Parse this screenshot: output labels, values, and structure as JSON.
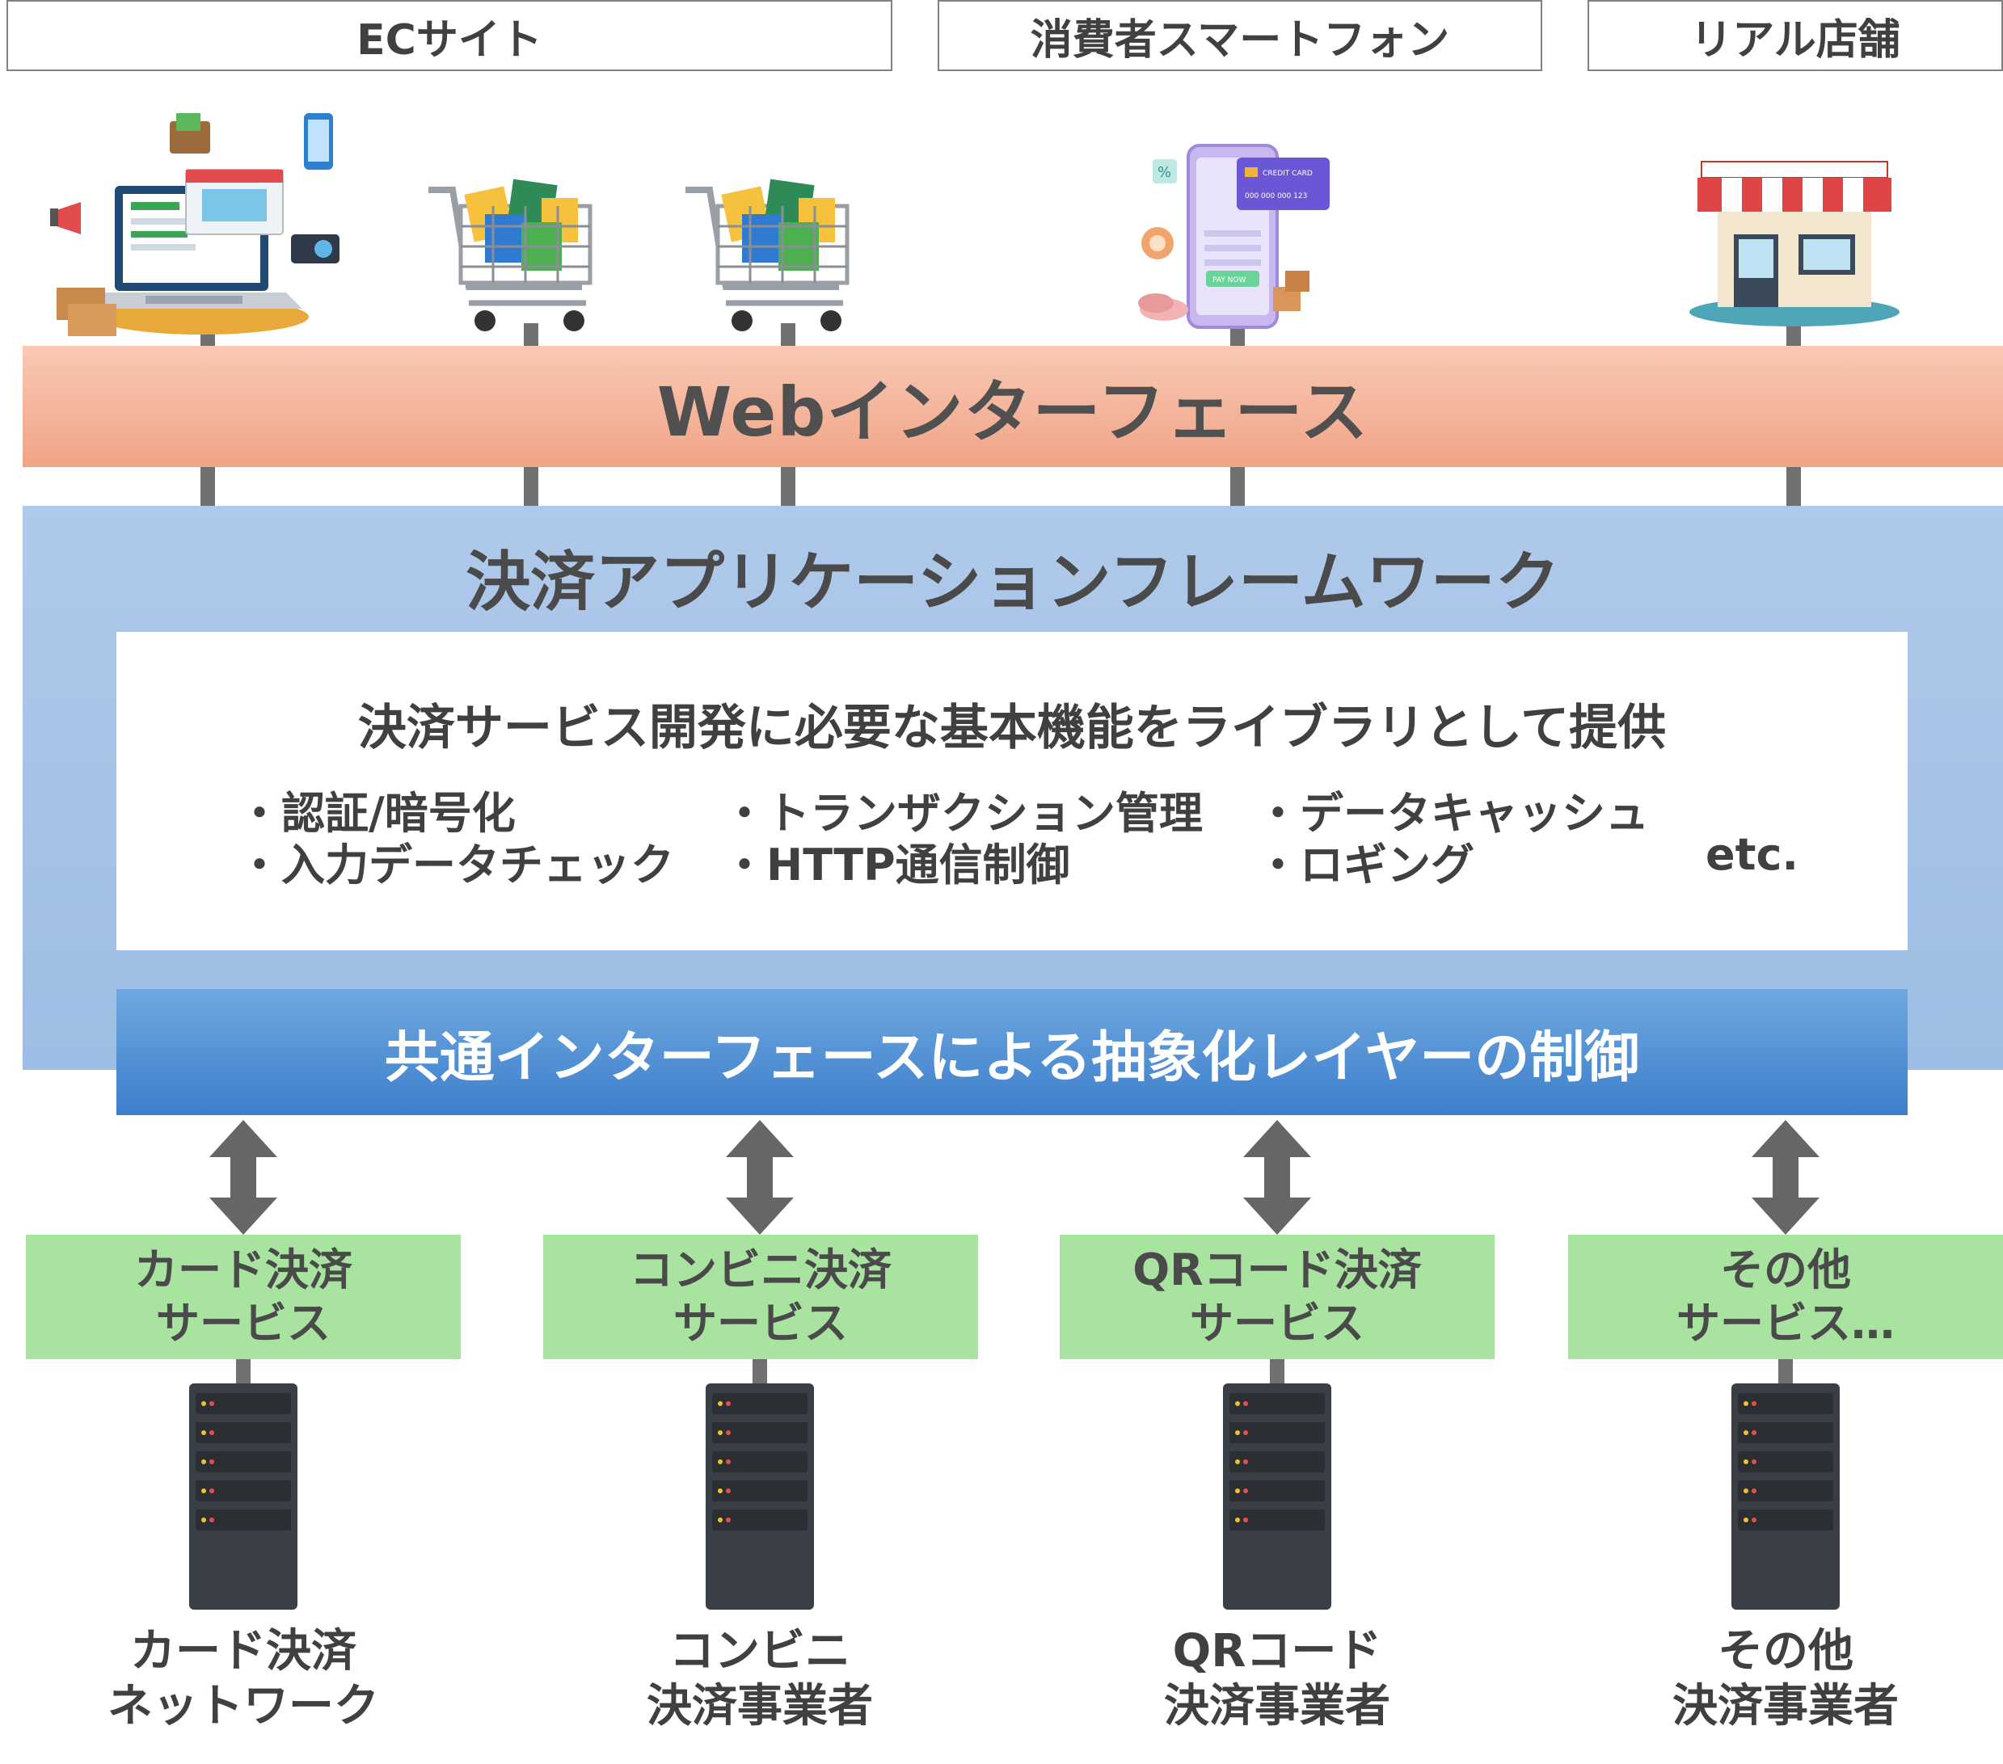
{
  "headers": [
    "ECサイト",
    "消費者スマートフォン",
    "リアル店舗"
  ],
  "web_interface": "Webインターフェース",
  "framework": {
    "title": "決済アプリケーションフレームワーク",
    "library_title": "決済サービス開発に必要な基本機能をライブラリとして提供",
    "features": [
      "・認証/暗号化",
      "・トランザクション管理",
      "・データキャッシュ",
      "・入力データチェック",
      "・HTTP通信制御",
      "・ロギング"
    ],
    "etc": "etc."
  },
  "abstraction_layer": "共通インターフェースによる抽象化レイヤーの制御",
  "services": [
    {
      "line1": "カード決済",
      "line2": "サービス"
    },
    {
      "line1": "コンビニ決済",
      "line2": "サービス"
    },
    {
      "line1": "QRコード決済",
      "line2": "サービス"
    },
    {
      "line1": "その他",
      "line2": "サービス…"
    }
  ],
  "providers": [
    {
      "line1": "カード決済",
      "line2": "ネットワーク"
    },
    {
      "line1": "コンビニ",
      "line2": "決済事業者"
    },
    {
      "line1": "QRコード",
      "line2": "決済事業者"
    },
    {
      "line1": "その他",
      "line2": "決済事業者"
    }
  ],
  "illustration_text": {
    "credit_card": "CREDIT CARD",
    "card_number": "000 000 000 123",
    "pay_now": "PAY NOW",
    "percent": "%"
  },
  "colors": {
    "web_bar": "#f1a486",
    "framework": "#a7c4e8",
    "abstraction_bar": "#3d7fcb",
    "service_box": "#a8e4a0",
    "connector": "#707070",
    "server": "#3a3f45"
  }
}
